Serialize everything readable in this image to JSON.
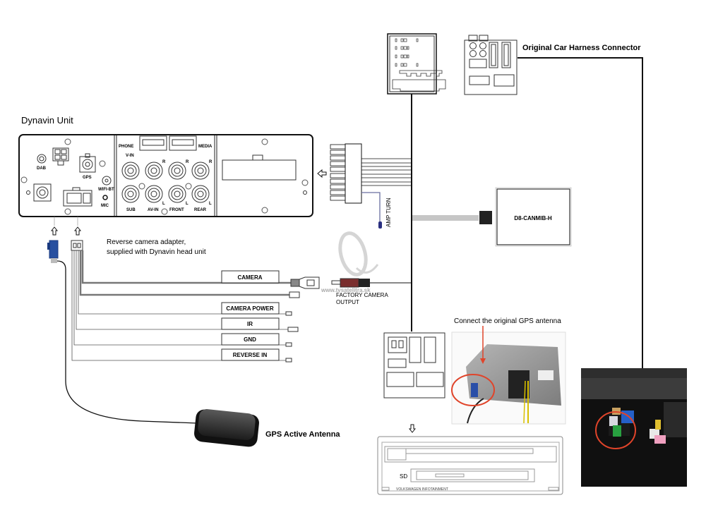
{
  "title": "Dynavin Unit",
  "dynavin_unit": {
    "label": "Dynavin Unit",
    "ports": {
      "dab": "DAB",
      "gps": "GPS",
      "wifi_bt": "WIFI-BT",
      "mic": "MIC",
      "phone": "PHONE",
      "media": "MEDIA",
      "v_in": "V-IN",
      "sub": "SUB",
      "av_in": "AV-IN",
      "front": "FRONT",
      "rear": "REAR",
      "r": "R",
      "l": "L"
    }
  },
  "harness": {
    "amp_turn": "AMP TURN",
    "original_car_harness": "Original Car Harness Connector",
    "canbus_box": "D8-CANMIB-H"
  },
  "reverse_camera": {
    "adapter_note_line1": "Reverse camera adapter,",
    "adapter_note_line2": "supplied with Dynavin head unit",
    "wires": [
      {
        "label": "CAMERA"
      },
      {
        "label": "CAMERA POWER"
      },
      {
        "label": "IR"
      },
      {
        "label": "GND"
      },
      {
        "label": "REVERSE IN"
      }
    ],
    "factory_output_line1": "FACTORY CAMERA",
    "factory_output_line2": "OUTPUT",
    "watermark": "www.tvsatelitra.sk"
  },
  "gps": {
    "antenna_label": "GPS Active Antenna",
    "connect_note": "Connect the original GPS antenna"
  },
  "infotainment": {
    "sd_label": "SD",
    "brand_label": "VOLKSWAGEN INFOTAINMENT"
  },
  "colors": {
    "line": "#111111",
    "wire_gray": "#777777",
    "highlight_red": "#e0442a",
    "amp_wire": "#6a6fa0",
    "connector_blue": "#2850a0"
  }
}
